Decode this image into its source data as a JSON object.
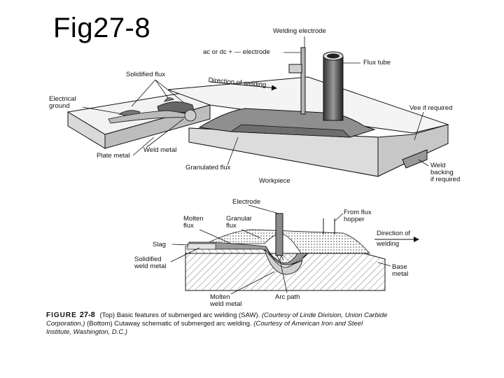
{
  "title": "Fig27-8",
  "top_labels": {
    "welding_electrode": "Welding electrode",
    "ac_dc_electrode": "ac or dc + — electrode",
    "flux_tube": "Flux tube",
    "solidified_flux": "Solidified flux",
    "direction_of_welding": "Direction of welding",
    "electrical_ground_1": "Electrical",
    "electrical_ground_2": "ground",
    "vee_if_required": "Vee if required",
    "plate_metal": "Plate metal",
    "weld_metal": "Weld metal",
    "granulated_flux": "Granulated flux",
    "workpiece": "Workpiece",
    "weld_backing_1": "Weld",
    "weld_backing_2": "backing",
    "weld_backing_3": "if required"
  },
  "bottom_labels": {
    "electrode": "Electrode",
    "molten_flux_1": "Molten",
    "molten_flux_2": "flux",
    "granular_flux_1": "Granular",
    "granular_flux_2": "flux",
    "from_flux_hopper_1": "From flux",
    "from_flux_hopper_2": "hopper",
    "direction_of_welding_1": "Direction of",
    "direction_of_welding_2": "welding",
    "slag": "Slag",
    "solidified_weld_metal_1": "Solidified",
    "solidified_weld_metal_2": "weld metal",
    "base_metal_1": "Base",
    "base_metal_2": "metal",
    "molten_weld_metal_1": "Molten",
    "molten_weld_metal_2": "weld metal",
    "arc_path": "Arc path"
  },
  "caption": {
    "figure": "FIGURE",
    "number": "27-8",
    "part1": "(Top) Basic features of submerged arc welding (SAW).",
    "courtesy1": "(Courtesy of Linde Division, Union Carbide Corporation.)",
    "part2": "(Bottom) Cutaway schematic of submerged arc welding.",
    "courtesy2": "(Courtesy of American Iron and Steel Institute, Washington, D.C.)"
  }
}
